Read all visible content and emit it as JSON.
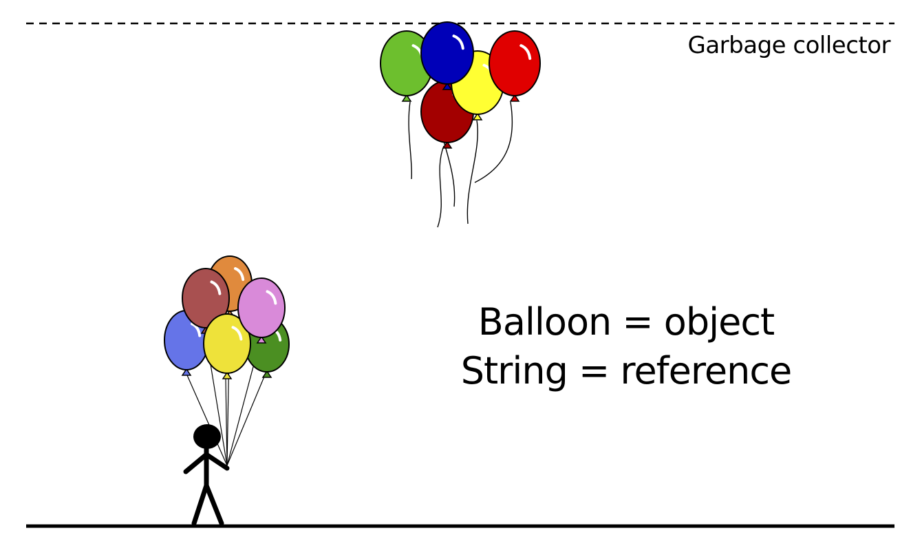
{
  "labels": {
    "garbage_collector": "Garbage collector",
    "caption_line1": "Balloon = object",
    "caption_line2": "String = reference"
  },
  "floating_balloons": [
    {
      "name": "green",
      "color": "#6dbf2e"
    },
    {
      "name": "dark-red",
      "color": "#a30000"
    },
    {
      "name": "yellow",
      "color": "#ffff33"
    },
    {
      "name": "red",
      "color": "#e00000"
    },
    {
      "name": "blue",
      "color": "#0000b8"
    }
  ],
  "held_balloons": [
    {
      "name": "blue",
      "color": "#6574e8"
    },
    {
      "name": "green",
      "color": "#4b8f22"
    },
    {
      "name": "orange",
      "color": "#e08a3d"
    },
    {
      "name": "brown",
      "color": "#a85050"
    },
    {
      "name": "yellow",
      "color": "#eee23a"
    },
    {
      "name": "pink",
      "color": "#d98ad9"
    }
  ]
}
